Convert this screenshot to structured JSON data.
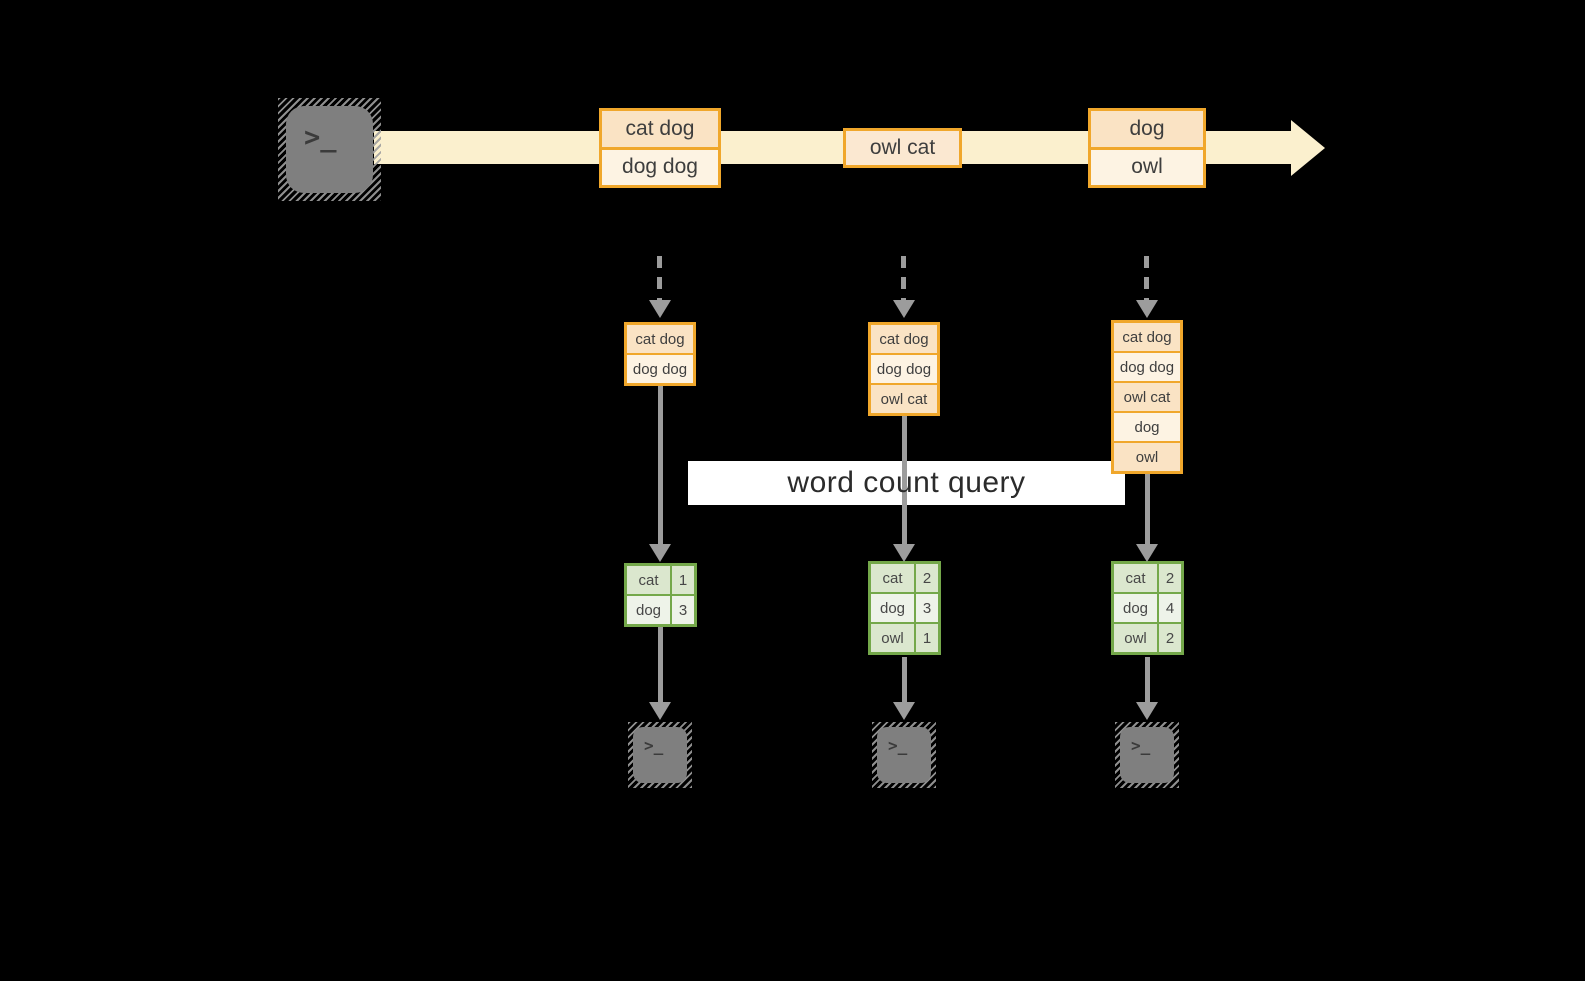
{
  "query": {
    "label": "word count query"
  },
  "stream": {
    "batches": [
      {
        "lines": [
          "cat dog",
          "dog dog"
        ]
      },
      {
        "lines": [
          "owl cat"
        ]
      },
      {
        "lines": [
          "dog",
          "owl"
        ]
      }
    ]
  },
  "states": [
    {
      "lines": [
        "cat dog",
        "dog dog"
      ]
    },
    {
      "lines": [
        "cat dog",
        "dog dog",
        "owl cat"
      ]
    },
    {
      "lines": [
        "cat dog",
        "dog dog",
        "owl cat",
        "dog",
        "owl"
      ]
    }
  ],
  "results": [
    {
      "rows": [
        {
          "word": "cat",
          "count": "1"
        },
        {
          "word": "dog",
          "count": "3"
        }
      ]
    },
    {
      "rows": [
        {
          "word": "cat",
          "count": "2"
        },
        {
          "word": "dog",
          "count": "3"
        },
        {
          "word": "owl",
          "count": "1"
        }
      ]
    },
    {
      "rows": [
        {
          "word": "cat",
          "count": "2"
        },
        {
          "word": "dog",
          "count": "4"
        },
        {
          "word": "owl",
          "count": "2"
        }
      ]
    }
  ],
  "icons": {
    "terminal_prompt": ">_"
  },
  "colors": {
    "gold": "#F0A72B",
    "peach": "#FAE3C4",
    "cream": "#FDF3E3",
    "peach_light": "#FBE8D1",
    "stream_yellow": "#FBF0CE",
    "green_border": "#74A84A",
    "green_dark": "#DBE7CE",
    "green_light": "#EEF3E9",
    "arrow_gray": "#9C9C9C",
    "terminal_gray": "#7F7F7F",
    "text_dark": "#3E3E3E",
    "query_text": "#2B2B2B"
  }
}
